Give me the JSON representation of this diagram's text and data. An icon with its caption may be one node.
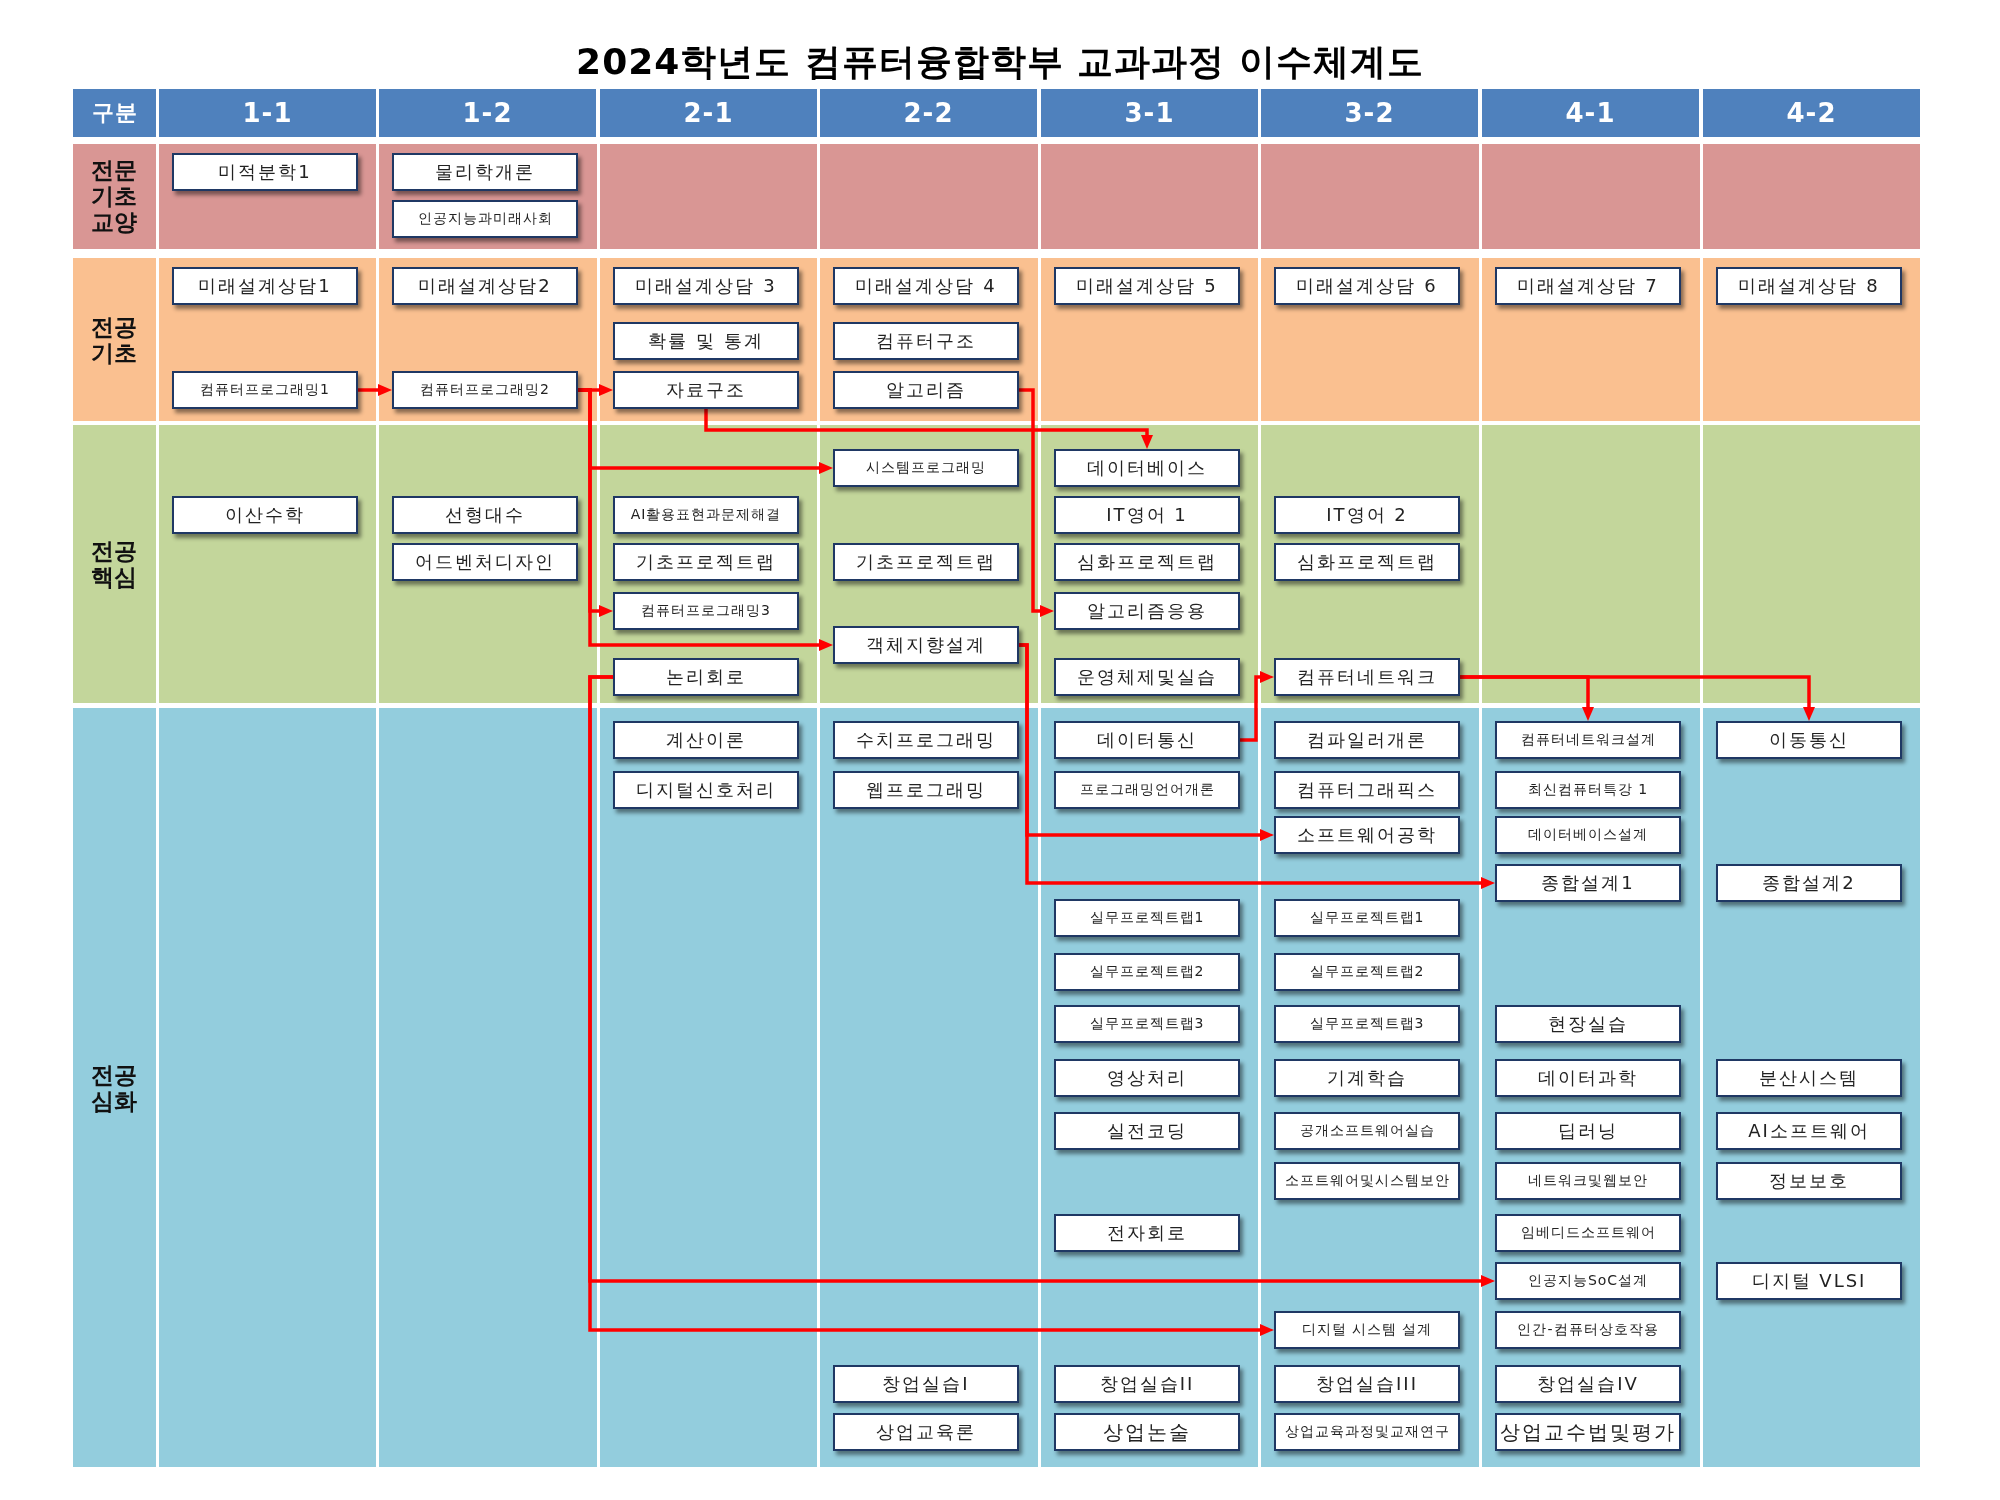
{
  "diagram": {
    "title": "2024학년도 컴퓨터융합학부 교과과정 이수체계도",
    "nodes": [
      {
        "text": [
          "구분"
        ]
      },
      {
        "text": [
          "1-1"
        ]
      },
      {
        "text": [
          "1-2"
        ]
      },
      {
        "text": [
          "2-1"
        ]
      },
      {
        "text": [
          "2-2"
        ]
      },
      {
        "text": [
          "3-1"
        ]
      },
      {
        "text": [
          "3-2"
        ]
      },
      {
        "text": [
          "4-1"
        ]
      },
      {
        "text": [
          "4-2"
        ]
      },
      {
        "text": [
          "전문 기초 교양"
        ]
      },
      {
        "text": [
          "미적분학1"
        ],
        "in": 9
      },
      {
        "text": [
          "물리학개론"
        ],
        "in": 9
      },
      {
        "text": [
          "인공지능과미래사회"
        ],
        "in": 9
      },
      {
        "text": [
          "전공 기초"
        ]
      },
      {
        "text": [
          "미래설계상담1"
        ],
        "in": 13
      },
      {
        "text": [
          "컴퓨터프로그래밍1"
        ],
        "in": 13
      },
      {
        "text": [
          "미래설계상담2"
        ],
        "in": 13
      },
      {
        "text": [
          "컴퓨터프로그래밍2"
        ],
        "in": 13
      },
      {
        "text": [
          "미래설계상담 3"
        ],
        "in": 13
      },
      {
        "text": [
          "확률 및 통계"
        ],
        "in": 13
      },
      {
        "text": [
          "자료구조"
        ],
        "in": 13
      },
      {
        "text": [
          "미래설계상담 4"
        ],
        "in": 13
      },
      {
        "text": [
          "컴퓨터구조"
        ],
        "in": 13
      },
      {
        "text": [
          "알고리즘"
        ],
        "in": 13
      },
      {
        "text": [
          "미래설계상담 5"
        ],
        "in": 13
      },
      {
        "text": [
          "미래설계상담 6"
        ],
        "in": 13
      },
      {
        "text": [
          "미래설계상담 7"
        ],
        "in": 13
      },
      {
        "text": [
          "미래설계상담 8"
        ],
        "in": 13
      },
      {
        "text": [
          "전공 핵심"
        ]
      },
      {
        "text": [
          "이산수학"
        ],
        "in": 28
      },
      {
        "text": [
          "선형대수"
        ],
        "in": 28
      },
      {
        "text": [
          "어드벤처디자인"
        ],
        "in": 28
      },
      {
        "text": [
          "AI활용표현과문제해결"
        ],
        "in": 28
      },
      {
        "text": [
          "기초프로젝트랩"
        ],
        "in": 28
      },
      {
        "text": [
          "컴퓨터프로그래밍3"
        ],
        "in": 28
      },
      {
        "text": [
          "논리회로"
        ],
        "in": 28
      },
      {
        "text": [
          "시스템프로그래밍"
        ],
        "in": 28
      },
      {
        "text": [
          "기초프로젝트랩"
        ],
        "in": 28
      },
      {
        "text": [
          "객체지향설계"
        ],
        "in": 28
      },
      {
        "text": [
          "데이터베이스"
        ],
        "in": 28
      },
      {
        "text": [
          "IT영어 1"
        ],
        "in": 28
      },
      {
        "text": [
          "심화프로젝트랩"
        ],
        "in": 28
      },
      {
        "text": [
          "알고리즘응용"
        ],
        "in": 28
      },
      {
        "text": [
          "운영체제및실습"
        ],
        "in": 28
      },
      {
        "text": [
          "IT영어 2"
        ],
        "in": 28
      },
      {
        "text": [
          "심화프로젝트랩"
        ],
        "in": 28
      },
      {
        "text": [
          "컴퓨터네트워크"
        ],
        "in": 28
      },
      {
        "text": [
          "전공 심화"
        ]
      },
      {
        "text": [
          "계산이론"
        ],
        "in": 47
      },
      {
        "text": [
          "디지털신호처리"
        ],
        "in": 47
      },
      {
        "text": [
          "수치프로그래밍"
        ],
        "in": 47
      },
      {
        "text": [
          "웹프로그래밍"
        ],
        "in": 47
      },
      {
        "text": [
          "창업실습I"
        ],
        "in": 47
      },
      {
        "text": [
          "상업교육론"
        ],
        "in": 47
      },
      {
        "text": [
          "데이터통신"
        ],
        "in": 47
      },
      {
        "text": [
          "프로그래밍언어개론"
        ],
        "in": 47
      },
      {
        "text": [
          "실무프로젝트랩1"
        ],
        "in": 47
      },
      {
        "text": [
          "실무프로젝트랩2"
        ],
        "in": 47
      },
      {
        "text": [
          "실무프로젝트랩3"
        ],
        "in": 47
      },
      {
        "text": [
          "영상처리"
        ],
        "in": 47
      },
      {
        "text": [
          "실전코딩"
        ],
        "in": 47
      },
      {
        "text": [
          "전자회로"
        ],
        "in": 47
      },
      {
        "text": [
          "창업실습II"
        ],
        "in": 47
      },
      {
        "text": [
          "상업논술"
        ],
        "in": 47
      },
      {
        "text": [
          "컴파일러개론"
        ],
        "in": 47
      },
      {
        "text": [
          "컴퓨터그래픽스"
        ],
        "in": 47
      },
      {
        "text": [
          "소프트웨어공학"
        ],
        "in": 47
      },
      {
        "text": [
          "실무프로젝트랩1"
        ],
        "in": 47
      },
      {
        "text": [
          "실무프로젝트랩2"
        ],
        "in": 47
      },
      {
        "text": [
          "실무프로젝트랩3"
        ],
        "in": 47
      },
      {
        "text": [
          "기계학습"
        ],
        "in": 47
      },
      {
        "text": [
          "공개소프트웨어실습"
        ],
        "in": 47
      },
      {
        "text": [
          "소프트웨어및시스템보안"
        ],
        "in": 47
      },
      {
        "text": [
          "디지털 시스템 설계"
        ],
        "in": 47
      },
      {
        "text": [
          "창업실습III"
        ],
        "in": 47
      },
      {
        "text": [
          "상업교육과정및교재연구"
        ],
        "in": 47
      },
      {
        "text": [
          "컴퓨터네트워크설계"
        ],
        "in": 47
      },
      {
        "text": [
          "최신컴퓨터특강 1"
        ],
        "in": 47
      },
      {
        "text": [
          "데이터베이스설계"
        ],
        "in": 47
      },
      {
        "text": [
          "종합설계1"
        ],
        "in": 47
      },
      {
        "text": [
          "현장실습"
        ],
        "in": 47
      },
      {
        "text": [
          "데이터과학"
        ],
        "in": 47
      },
      {
        "text": [
          "딥러닝"
        ],
        "in": 47
      },
      {
        "text": [
          "네트워크및웹보안"
        ],
        "in": 47
      },
      {
        "text": [
          "임베디드소프트웨어"
        ],
        "in": 47
      },
      {
        "text": [
          "인공지능SoC설계"
        ],
        "in": 47
      },
      {
        "text": [
          "인간-컴퓨터상호작용"
        ],
        "in": 47
      },
      {
        "text": [
          "창업실습IV"
        ],
        "in": 47
      },
      {
        "text": [
          "상업교수법및평가"
        ],
        "in": 47
      },
      {
        "text": [
          "이동통신"
        ],
        "in": 47
      },
      {
        "text": [
          "종합설계2"
        ],
        "in": 47
      },
      {
        "text": [
          "분산시스템"
        ],
        "in": 47
      },
      {
        "text": [
          "AI소프트웨어"
        ],
        "in": 47
      },
      {
        "text": [
          "정보보호"
        ],
        "in": 47
      },
      {
        "text": [
          "디지털 VLSI"
        ],
        "in": 47
      }
    ],
    "edges": [
      {
        "from": 15,
        "to": 17,
        "arrow": "to"
      },
      {
        "from": 17,
        "to": 20,
        "arrow": "to"
      },
      {
        "from": 17,
        "to": 36,
        "arrow": "to"
      },
      {
        "from": 17,
        "to": 34,
        "arrow": "to"
      },
      {
        "from": 17,
        "to": 38,
        "arrow": "to"
      },
      {
        "from": 20,
        "to": 39,
        "arrow": "to"
      },
      {
        "from": 23,
        "to": 42,
        "arrow": "to"
      },
      {
        "from": 38,
        "to": 66,
        "arrow": "to"
      },
      {
        "from": 38,
        "to": 79,
        "arrow": "to"
      },
      {
        "from": 35,
        "to": 85,
        "arrow": "to"
      },
      {
        "from": 35,
        "to": 73,
        "arrow": "to"
      },
      {
        "from": 54,
        "to": 46,
        "arrow": "to"
      },
      {
        "from": 46,
        "to": 76,
        "arrow": "to"
      },
      {
        "from": 46,
        "to": 89,
        "arrow": "to"
      }
    ]
  }
}
